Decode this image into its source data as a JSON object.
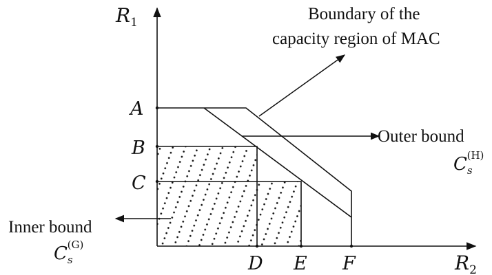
{
  "axes": {
    "y_label_main": "R",
    "y_label_sub": "1",
    "x_label_main": "R",
    "x_label_sub": "2"
  },
  "y_ticks": [
    "A",
    "B",
    "C"
  ],
  "x_ticks": [
    "D",
    "E",
    "F"
  ],
  "annotations": {
    "mac_line1": "Boundary of the",
    "mac_line2": "capacity region of MAC",
    "outer_text": "Outer bound",
    "outer_symbol_main": "C",
    "outer_symbol_sub": "s",
    "outer_symbol_sup": "(H)",
    "inner_text": "Inner bound",
    "inner_symbol_main": "C",
    "inner_symbol_sub": "s",
    "inner_symbol_sup": "(G)"
  },
  "colors": {
    "ink": "#111111"
  }
}
